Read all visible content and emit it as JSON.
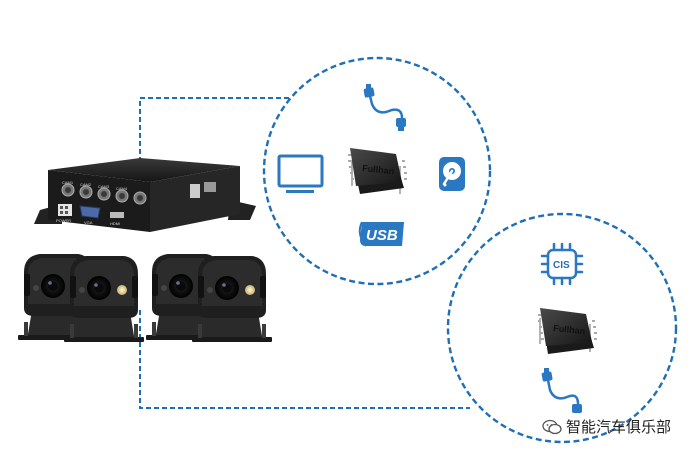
{
  "chips": {
    "upper_brand": "Fullhan",
    "lower_brand": "Fullhan"
  },
  "sensor_chip": {
    "label": "CIS"
  },
  "usb_icon": {
    "label": "USB"
  },
  "dvr": {
    "port_labels": [
      "CAM1",
      "CAM2",
      "CAM3",
      "CAM4",
      "VGA",
      "HDMI",
      "POWER"
    ]
  },
  "watermark": {
    "text": "智能汽车俱乐部"
  },
  "colors": {
    "dashed_line": "#1e6fb5",
    "icon_blue": "#2a78c2",
    "device_dark": "#1d1d1d"
  },
  "icons": [
    "monitor-icon",
    "cable-icon",
    "processor-chip-icon",
    "hard-disk-icon",
    "usb-icon",
    "cis-sensor-icon",
    "wechat-icon"
  ]
}
